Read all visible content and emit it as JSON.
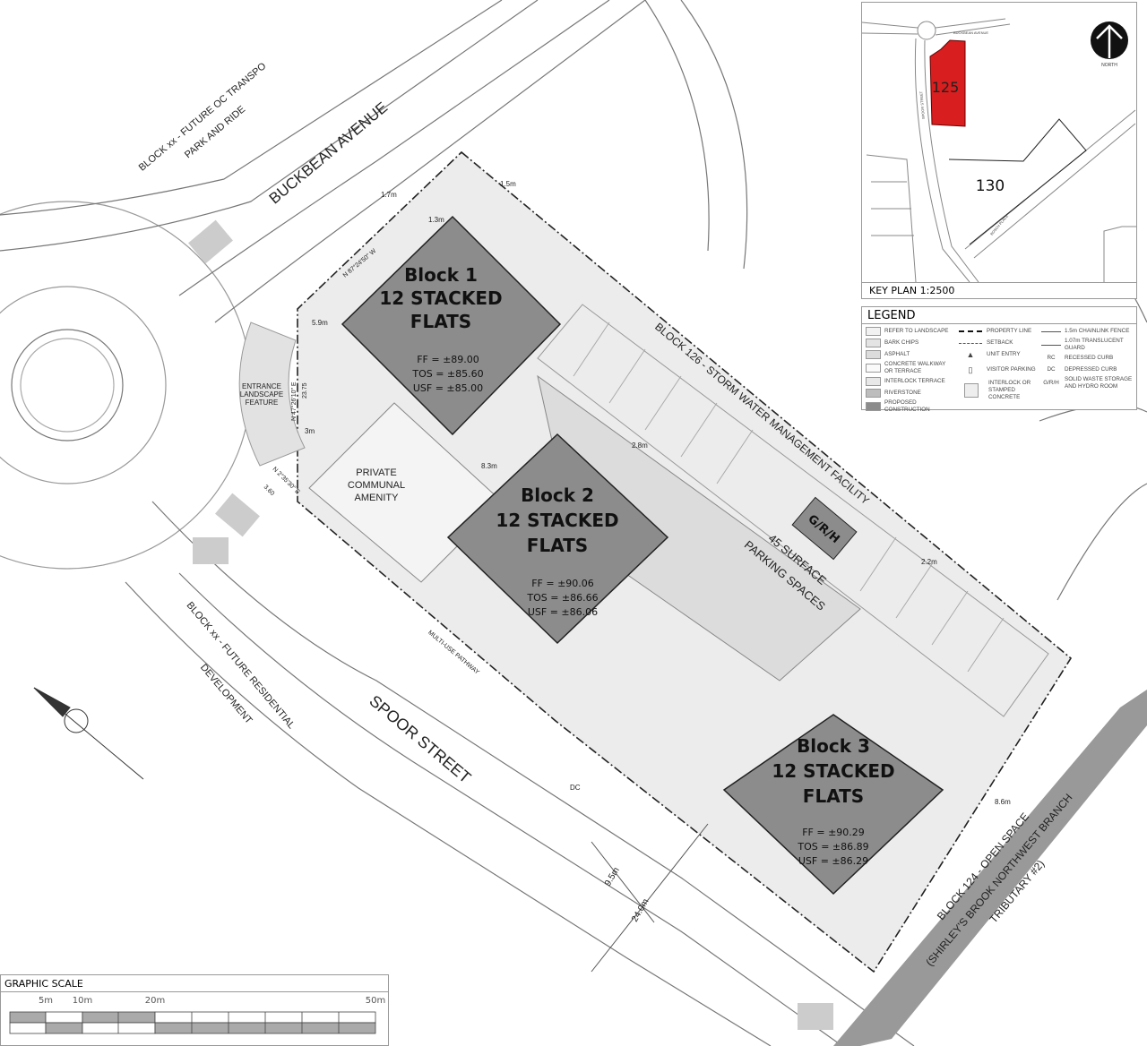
{
  "site": {
    "buckbean": "BUCKBEAN AVENUE",
    "park_ride_1": "BLOCK xx - FUTURE OC TRANSPO",
    "park_ride_2": "PARK AND RIDE",
    "storm": "BLOCK 126 - STORM WATER MANAGEMENT FACILITY",
    "parking_1": "45 SURFACE",
    "parking_2": "PARKING SPACES",
    "spoor": "SPOOR STREET",
    "residential_1": "BLOCK xx - FUTURE RESIDENTIAL",
    "residential_2": "DEVELOPMENT",
    "open_1": "BLOCK 124 - OPEN SPACE",
    "open_2": "(SHIRLEY'S BROOK NORTHWEST BRANCH",
    "open_3": "TRIBUTARY #2)",
    "entrance": [
      "ENTRANCE",
      "LANDSCAPE",
      "FEATURE"
    ],
    "amenity": [
      "PRIVATE",
      "COMMUNAL",
      "AMENITY"
    ],
    "grh": "G/R/H",
    "pathway": "MULTI-USE PATHWAY",
    "dims": {
      "d1": "9.5m",
      "d2": "24.0m",
      "d3": "1.7m",
      "d4": "1.3m",
      "d5": "1.5m",
      "d6": "5.9m",
      "d7": "3m",
      "d8": "2.2m",
      "d9": "8.6m",
      "d10": "2.8m",
      "d11": "8.3m",
      "bearing1": "N 47°26'10\" E",
      "len1": "23.75",
      "bearing2": "N 87°24'50\" W",
      "bearing3": "N 2°35'30\" E",
      "len3": "3.60"
    },
    "dc": "DC"
  },
  "blocks": [
    {
      "name": "Block 1",
      "units": "12 STACKED",
      "type": "FLATS",
      "ff": "FF = ±89.00",
      "tos": "TOS = ±85.60",
      "usf": "USF = ±85.00"
    },
    {
      "name": "Block 2",
      "units": "12 STACKED",
      "type": "FLATS",
      "ff": "FF = ±90.06",
      "tos": "TOS = ±86.66",
      "usf": "USF = ±86.06"
    },
    {
      "name": "Block 3",
      "units": "12 STACKED",
      "type": "FLATS",
      "ff": "FF = ±90.29",
      "tos": "TOS = ±86.89",
      "usf": "USF = ±86.29"
    }
  ],
  "keyplan": {
    "caption": "KEY PLAN 1:2500",
    "lot_site": "125",
    "lot_other": "130",
    "north": "NORTH",
    "street1": "BUCKBEAN AVENUE",
    "street2": "SPOOR STREET",
    "street3": "BOSCH PLACE",
    "site_color": "#d81e1e"
  },
  "legend": {
    "title": "LEGEND",
    "col1": [
      "REFER TO LANDSCAPE",
      "BARK CHIPS",
      "ASPHALT",
      "CONCRETE WALKWAY OR TERRACE",
      "INTERLOCK TERRACE",
      "RIVERSTONE",
      "PROPOSED CONSTRUCTION"
    ],
    "col2": [
      "PROPERTY LINE",
      "SETBACK",
      "UNIT ENTRY",
      "VISITOR PARKING",
      "INTERLOCK OR STAMPED CONCRETE"
    ],
    "col3": [
      "1.5m CHAINLINK FENCE",
      "1.07m TRANSLUCENT GUARD",
      "RECESSED CURB",
      "DEPRESSED CURB",
      "SOLID WASTE STORAGE AND HYDRO ROOM"
    ],
    "codes": [
      "RC",
      "DC",
      "G/R/H"
    ]
  },
  "scale": {
    "title": "GRAPHIC SCALE",
    "ticks": [
      "5m",
      "10m",
      "20m",
      "50m"
    ]
  }
}
